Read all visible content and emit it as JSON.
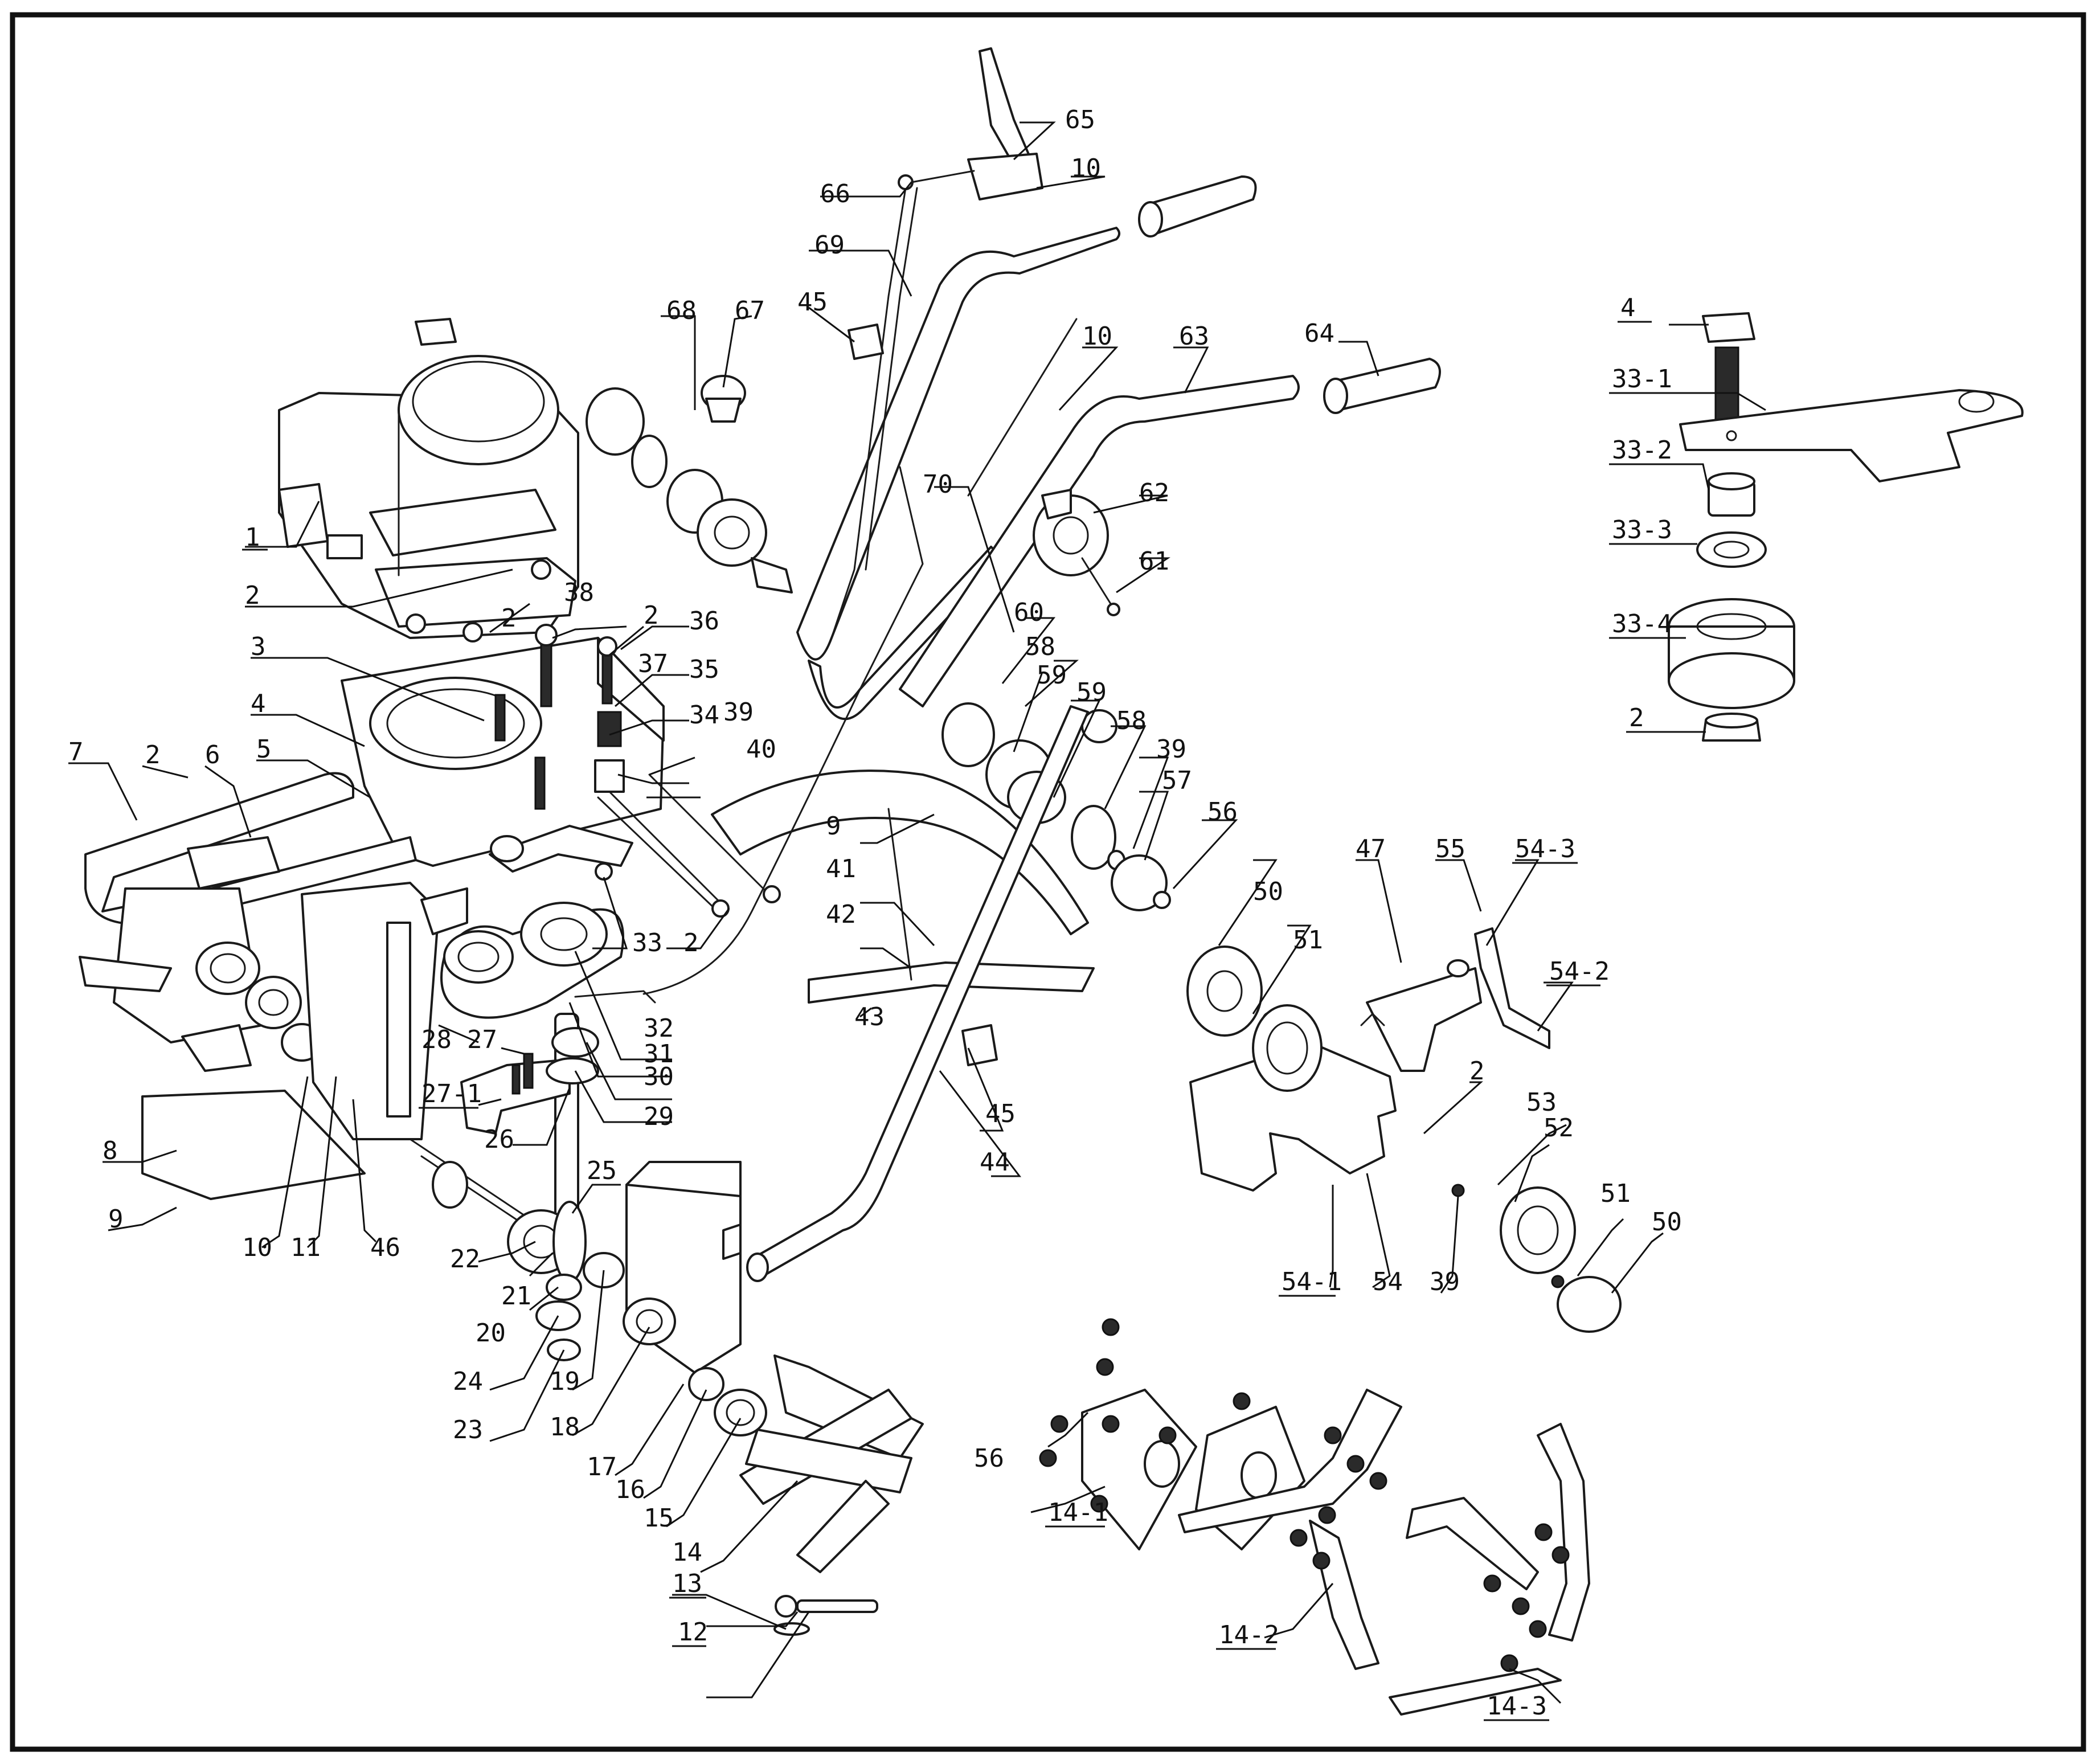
{
  "colors": {
    "line": "#1a1a1a",
    "background": "#ffffff",
    "frame": "#111111"
  },
  "callouts": [
    {
      "id": "c1",
      "text": "1"
    },
    {
      "id": "c2a",
      "text": "2"
    },
    {
      "id": "c2b",
      "text": "2"
    },
    {
      "id": "c2c",
      "text": "2"
    },
    {
      "id": "c2d",
      "text": "2"
    },
    {
      "id": "c2e",
      "text": "2"
    },
    {
      "id": "c2f",
      "text": "2"
    },
    {
      "id": "c3",
      "text": "3"
    },
    {
      "id": "c4",
      "text": "4"
    },
    {
      "id": "c5",
      "text": "5"
    },
    {
      "id": "c6",
      "text": "6"
    },
    {
      "id": "c7",
      "text": "7"
    },
    {
      "id": "c8",
      "text": "8"
    },
    {
      "id": "c9a",
      "text": "9"
    },
    {
      "id": "c9b",
      "text": "9"
    },
    {
      "id": "c10a",
      "text": "10"
    },
    {
      "id": "c10b",
      "text": "10"
    },
    {
      "id": "c10c",
      "text": "10"
    },
    {
      "id": "c11",
      "text": "11"
    },
    {
      "id": "c12",
      "text": "12"
    },
    {
      "id": "c13",
      "text": "13"
    },
    {
      "id": "c14",
      "text": "14"
    },
    {
      "id": "c14_1",
      "text": "14-1"
    },
    {
      "id": "c14_2",
      "text": "14-2"
    },
    {
      "id": "c14_3",
      "text": "14-3"
    },
    {
      "id": "c15",
      "text": "15"
    },
    {
      "id": "c16",
      "text": "16"
    },
    {
      "id": "c17",
      "text": "17"
    },
    {
      "id": "c18",
      "text": "18"
    },
    {
      "id": "c19",
      "text": "19"
    },
    {
      "id": "c20",
      "text": "20"
    },
    {
      "id": "c21",
      "text": "21"
    },
    {
      "id": "c22",
      "text": "22"
    },
    {
      "id": "c23",
      "text": "23"
    },
    {
      "id": "c24",
      "text": "24"
    },
    {
      "id": "c25",
      "text": "25"
    },
    {
      "id": "c26",
      "text": "26"
    },
    {
      "id": "c27",
      "text": "27"
    },
    {
      "id": "c27_1",
      "text": "27-1"
    },
    {
      "id": "c28",
      "text": "28"
    },
    {
      "id": "c29",
      "text": "29"
    },
    {
      "id": "c30",
      "text": "30"
    },
    {
      "id": "c31",
      "text": "31"
    },
    {
      "id": "c32",
      "text": "32"
    },
    {
      "id": "c33",
      "text": "33"
    },
    {
      "id": "c34",
      "text": "34"
    },
    {
      "id": "c35",
      "text": "35"
    },
    {
      "id": "c36",
      "text": "36"
    },
    {
      "id": "c37",
      "text": "37"
    },
    {
      "id": "c38",
      "text": "38"
    },
    {
      "id": "c39a",
      "text": "39"
    },
    {
      "id": "c39b",
      "text": "39"
    },
    {
      "id": "c39c",
      "text": "39"
    },
    {
      "id": "c40",
      "text": "40"
    },
    {
      "id": "c41",
      "text": "41"
    },
    {
      "id": "c42",
      "text": "42"
    },
    {
      "id": "c43",
      "text": "43"
    },
    {
      "id": "c44",
      "text": "44"
    },
    {
      "id": "c45a",
      "text": "45"
    },
    {
      "id": "c45b",
      "text": "45"
    },
    {
      "id": "c46",
      "text": "46"
    },
    {
      "id": "c47",
      "text": "47"
    },
    {
      "id": "c50a",
      "text": "50"
    },
    {
      "id": "c50b",
      "text": "50"
    },
    {
      "id": "c51a",
      "text": "51"
    },
    {
      "id": "c51b",
      "text": "51"
    },
    {
      "id": "c52",
      "text": "52"
    },
    {
      "id": "c53",
      "text": "53"
    },
    {
      "id": "c54",
      "text": "54"
    },
    {
      "id": "c54_1",
      "text": "54-1"
    },
    {
      "id": "c54_2",
      "text": "54-2"
    },
    {
      "id": "c54_3",
      "text": "54-3"
    },
    {
      "id": "c55",
      "text": "55"
    },
    {
      "id": "c56a",
      "text": "56"
    },
    {
      "id": "c56b",
      "text": "56"
    },
    {
      "id": "c57",
      "text": "57"
    },
    {
      "id": "c58a",
      "text": "58"
    },
    {
      "id": "c58b",
      "text": "58"
    },
    {
      "id": "c59a",
      "text": "59"
    },
    {
      "id": "c59b",
      "text": "59"
    },
    {
      "id": "c60",
      "text": "60"
    },
    {
      "id": "c61",
      "text": "61"
    },
    {
      "id": "c62",
      "text": "62"
    },
    {
      "id": "c63",
      "text": "63"
    },
    {
      "id": "c64",
      "text": "64"
    },
    {
      "id": "c65",
      "text": "65"
    },
    {
      "id": "c66",
      "text": "66"
    },
    {
      "id": "c67",
      "text": "67"
    },
    {
      "id": "c68",
      "text": "68"
    },
    {
      "id": "c69",
      "text": "69"
    },
    {
      "id": "c70",
      "text": "70"
    },
    {
      "id": "d4",
      "text": "4"
    },
    {
      "id": "d33_1",
      "text": "33-1"
    },
    {
      "id": "d33_2",
      "text": "33-2"
    },
    {
      "id": "d33_3",
      "text": "33-3"
    },
    {
      "id": "d33_4",
      "text": "33-4"
    },
    {
      "id": "d2",
      "text": "2"
    }
  ]
}
